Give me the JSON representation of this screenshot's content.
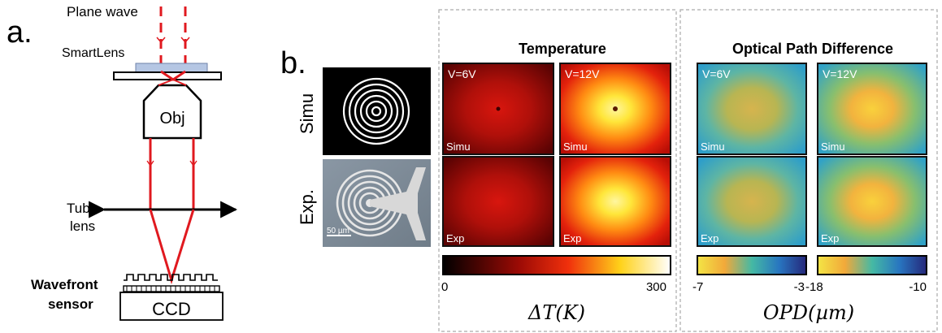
{
  "panel_a": {
    "label": "a.",
    "plane_wave": "Plane wave",
    "smartlens": "SmartLens",
    "objective": "Obj",
    "tube_lens_line1": "Tube",
    "tube_lens_line2": "lens",
    "wavefront_line1": "Wavefront",
    "wavefront_line2": "sensor",
    "ccd": "CCD"
  },
  "panel_b": {
    "label": "b.",
    "row_simu": "Simu",
    "row_exp": "Exp.",
    "scale_bar": "50 µm",
    "temperature": {
      "title": "Temperature",
      "v6": "V=6V",
      "v12": "V=12V",
      "tag_simu": "Simu",
      "tag_exp": "Exp",
      "cbar_min": "0",
      "cbar_max": "300",
      "axis_label": "ΔT(K)"
    },
    "opd": {
      "title": "Optical Path Difference",
      "v6": "V=6V",
      "v12": "V=12V",
      "tag_simu": "Simu",
      "tag_exp": "Exp",
      "cbar1_min": "-7",
      "cbar1_max": "-3",
      "cbar2_min": "-18",
      "cbar2_max": "-10",
      "axis_label": "OPD(µm)"
    }
  },
  "colors": {
    "beam": "#e0191f",
    "hot_low": "#000000",
    "hot_high": "#ffffff",
    "opd_low": "#f0e04a",
    "opd_high": "#262a78"
  }
}
